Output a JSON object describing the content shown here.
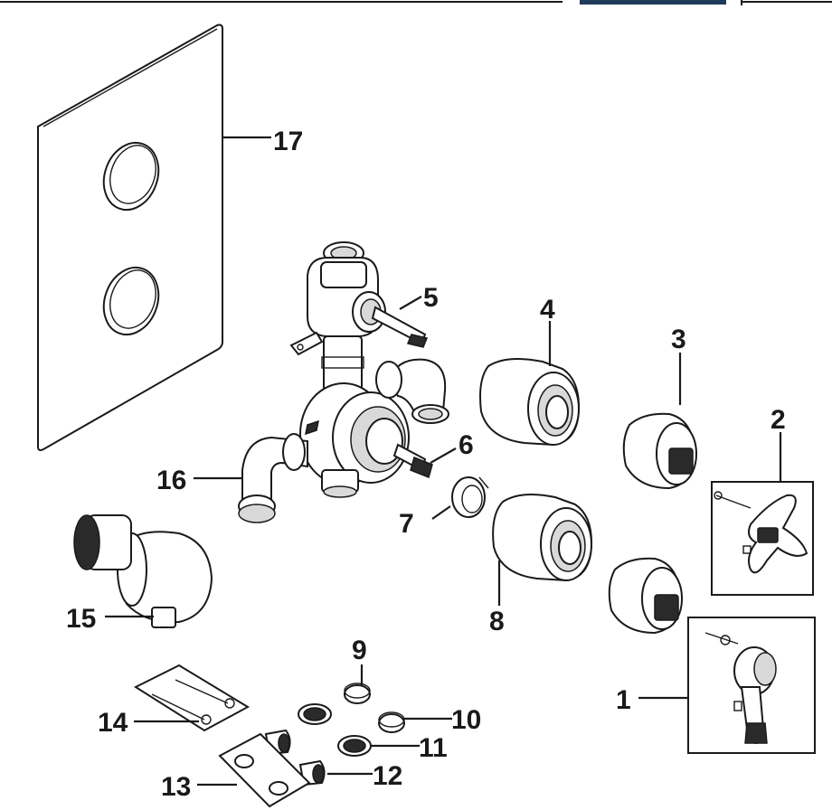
{
  "header": {
    "accent_color": "#1f3b5c"
  },
  "callouts": [
    {
      "id": "1",
      "text": "1"
    },
    {
      "id": "2",
      "text": "2"
    },
    {
      "id": "3",
      "text": "3"
    },
    {
      "id": "4",
      "text": "4"
    },
    {
      "id": "5",
      "text": "5"
    },
    {
      "id": "6",
      "text": "6"
    },
    {
      "id": "7",
      "text": "7"
    },
    {
      "id": "8",
      "text": "8"
    },
    {
      "id": "9",
      "text": "9"
    },
    {
      "id": "10",
      "text": "10"
    },
    {
      "id": "11",
      "text": "11"
    },
    {
      "id": "12",
      "text": "12"
    },
    {
      "id": "13",
      "text": "13"
    },
    {
      "id": "14",
      "text": "14"
    },
    {
      "id": "15",
      "text": "15"
    },
    {
      "id": "16",
      "text": "16"
    },
    {
      "id": "17",
      "text": "17"
    }
  ]
}
